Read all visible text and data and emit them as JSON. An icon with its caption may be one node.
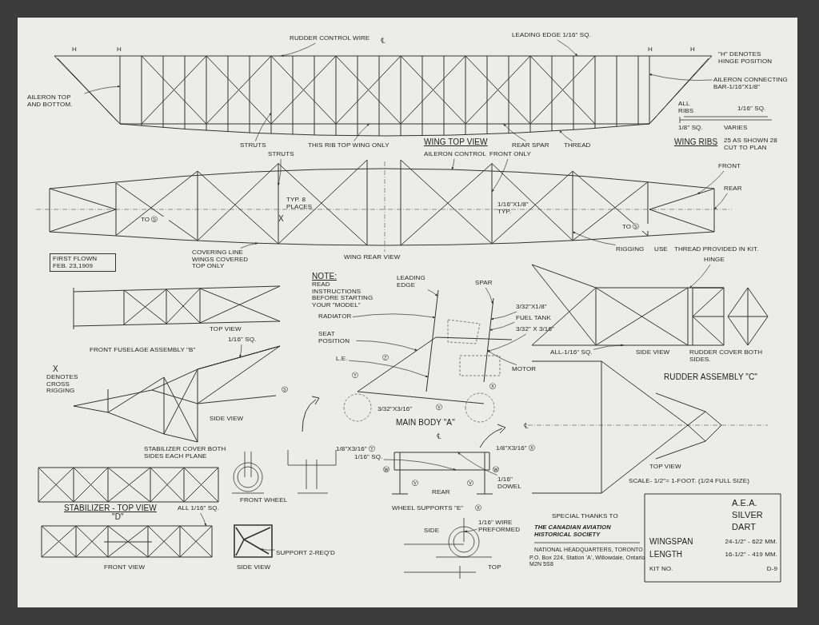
{
  "diagram": {
    "title": "A.E.A. SILVER DART",
    "nodes": [
      {
        "text": [
          "RUDDER CONTROL WIRE"
        ]
      },
      {
        "text": [
          "LEADING EDGE 1/16\" SQ."
        ]
      },
      {
        "text": [
          "AILERON TOP AND BOTTOM."
        ]
      },
      {
        "text": [
          "AILERON CONNECTING BAR-1/16\"X1/8\""
        ]
      },
      {
        "text": [
          "STRUTS"
        ]
      },
      {
        "text": [
          "THIS RIB TOP WING ONLY"
        ]
      },
      {
        "text": [
          "REAR SPAR"
        ]
      },
      {
        "text": [
          "THREAD"
        ]
      },
      {
        "text": [
          "AILERON CONTROL"
        ]
      },
      {
        "text": [
          "STRUTS"
        ]
      },
      {
        "text": [
          "FRONT ONLY"
        ]
      },
      {
        "text": [
          "FRONT"
        ]
      },
      {
        "text": [
          "REAR"
        ]
      },
      {
        "text": [
          "COVERING LINE WINGS COVERED TOP ONLY"
        ]
      },
      {
        "text": [
          "RIGGING"
        ]
      },
      {
        "text": [
          "1/16\" SQ."
        ]
      },
      {
        "text": [
          "LEADING EDGE"
        ]
      },
      {
        "text": [
          "SPAR"
        ]
      },
      {
        "text": [
          "RADIATOR"
        ]
      },
      {
        "text": [
          "3/32\"X1/8\""
        ]
      },
      {
        "text": [
          "FUEL TANK"
        ]
      },
      {
        "text": [
          "3/32\" X 3/16\""
        ]
      },
      {
        "text": [
          "SEAT POSITION"
        ]
      },
      {
        "text": [
          "MOTOR"
        ]
      },
      {
        "text": [
          "HINGE"
        ]
      },
      {
        "text": [
          "ALL-1/16\" SQ."
        ]
      },
      {
        "text": [
          "SUPPORT 2-REQ'D"
        ]
      },
      {
        "text": [
          "ALL 1/16\" SQ."
        ]
      },
      {
        "text": [
          "1/16\" SQ."
        ]
      },
      {
        "text": [
          "1/16\" DOWEL"
        ]
      },
      {
        "text": [
          "1/16\" WIRE PREFORMED"
        ]
      },
      {
        "text": [
          "L.E."
        ]
      },
      {
        "text": [
          "FIRST FLOWN FEB. 23,1909"
        ]
      },
      {
        "text": [],
        "shape": "picture"
      },
      {
        "text": [],
        "shape": "picture"
      },
      {
        "text": [],
        "shape": "picture"
      },
      {
        "text": [],
        "shape": "picture"
      },
      {
        "text": [],
        "shape": "picture"
      },
      {
        "text": [],
        "shape": "picture"
      },
      {
        "text": [],
        "shape": "picture"
      },
      {
        "text": [],
        "shape": "picture"
      },
      {
        "text": [],
        "shape": "picture"
      }
    ],
    "edges": [
      {
        "from": 0,
        "to": 33,
        "arrow": "to"
      },
      {
        "from": 1,
        "to": 33,
        "arrow": "to"
      },
      {
        "from": 2,
        "to": 33,
        "arrow": "to"
      },
      {
        "from": 3,
        "to": 33,
        "arrow": "to"
      },
      {
        "from": 4,
        "to": 33,
        "arrow": "to"
      },
      {
        "from": 5,
        "to": 33,
        "arrow": "to"
      },
      {
        "from": 6,
        "to": 33,
        "arrow": "to"
      },
      {
        "from": 7,
        "to": 33,
        "arrow": "to"
      },
      {
        "from": 8,
        "to": 34,
        "arrow": "to"
      },
      {
        "from": 9,
        "to": 34,
        "arrow": "to"
      },
      {
        "from": 10,
        "to": 34,
        "arrow": "to"
      },
      {
        "from": 11,
        "to": 34,
        "arrow": "to"
      },
      {
        "from": 12,
        "to": 34,
        "arrow": "to"
      },
      {
        "from": 13,
        "to": 34,
        "arrow": "to"
      },
      {
        "from": 14,
        "to": 34,
        "arrow": "to"
      },
      {
        "from": 15,
        "to": 35,
        "arrow": "to"
      },
      {
        "from": 16,
        "to": 36,
        "arrow": "to"
      },
      {
        "from": 17,
        "to": 36,
        "arrow": "to"
      },
      {
        "from": 18,
        "to": 36,
        "arrow": "to"
      },
      {
        "from": 19,
        "to": 36,
        "arrow": "to"
      },
      {
        "from": 20,
        "to": 36,
        "arrow": "to"
      },
      {
        "from": 21,
        "to": 36,
        "arrow": "to"
      },
      {
        "from": 22,
        "to": 36,
        "arrow": "to"
      },
      {
        "from": 23,
        "to": 36,
        "arrow": "to"
      },
      {
        "from": 24,
        "to": 37,
        "arrow": "to"
      },
      {
        "from": 25,
        "to": 37,
        "arrow": "to"
      },
      {
        "from": 26,
        "to": 39,
        "arrow": "to"
      },
      {
        "from": 27,
        "to": 38,
        "arrow": "to"
      },
      {
        "from": 28,
        "to": 40,
        "arrow": "to"
      },
      {
        "from": 29,
        "to": 40,
        "arrow": "to"
      },
      {
        "from": 30,
        "to": 41,
        "arrow": "to"
      },
      {
        "from": 31,
        "to": 36,
        "arrow": "to"
      }
    ],
    "labels": [
      "℄",
      "H",
      "H",
      "H",
      "H",
      "\"H\" DENOTES HINGE POSITION",
      "ALL RIBS",
      "1/16\" SQ.",
      "1/8\" SQ.",
      "VARIES",
      "WING TOP VIEW",
      "WING RIBS",
      "25 AS SHOWN 28 CUT TO PLAN",
      "TYP. 8 PLACES",
      "1/16\"X1/8\" TYP.",
      "TO Ⓢ",
      "X",
      "TO Ⓢ",
      "USE",
      "THREAD PROVIDED IN KIT.",
      "WING REAR VIEW",
      "NOTE:",
      "READ INSTRUCTIONS BEFORE STARTING YOUR \"MODEL\"",
      "TOP VIEW",
      "FRONT FUSELAGE ASSEMBLY \"B\"",
      "Ⓩ",
      "SIDE VIEW",
      "RUDDER COVER BOTH SIDES.",
      "X",
      "DENOTES CROSS RIGGING",
      "Ⓨ",
      "RUDDER ASSEMBLY \"C\"",
      "Ⓢ",
      "Ⓧ",
      "3/32\"X3/16\"",
      "Ⓥ",
      "SIDE VIEW",
      "MAIN BODY \"A\"",
      "℄",
      "℄",
      "STABILIZER COVER BOTH SIDES EACH PLANE",
      "1/8\"X3/16\" Ⓨ",
      "1/8\"X3/16\" Ⓧ",
      "Ⓦ",
      "Ⓦ",
      "TOP VIEW",
      "Ⓥ",
      "Ⓥ",
      "SCALE- 1/2\"= 1-FOOT. (1/24 FULL SIZE)",
      "REAR",
      "STABILIZER - TOP VIEW",
      "FRONT WHEEL",
      "WHEEL SUPPORTS \"E\"",
      "Ⓧ",
      "\"D\"",
      "SPECIAL THANKS TO",
      "SIDE",
      "THE CANADIAN AVIATION HISTORICAL SOCIETY",
      "WINGSPAN",
      "24-1/2\" - 622 MM.",
      "NATIONAL HEADQUARTERS, TORONTO",
      "LENGTH",
      "16-1/2\" - 419 MM.",
      "P.O. Box 224, Station 'A', Willowdale, Ontario M2N 5S8",
      "FRONT VIEW",
      "SIDE VIEW",
      "TOP",
      "KIT NO.",
      "D-9"
    ]
  }
}
